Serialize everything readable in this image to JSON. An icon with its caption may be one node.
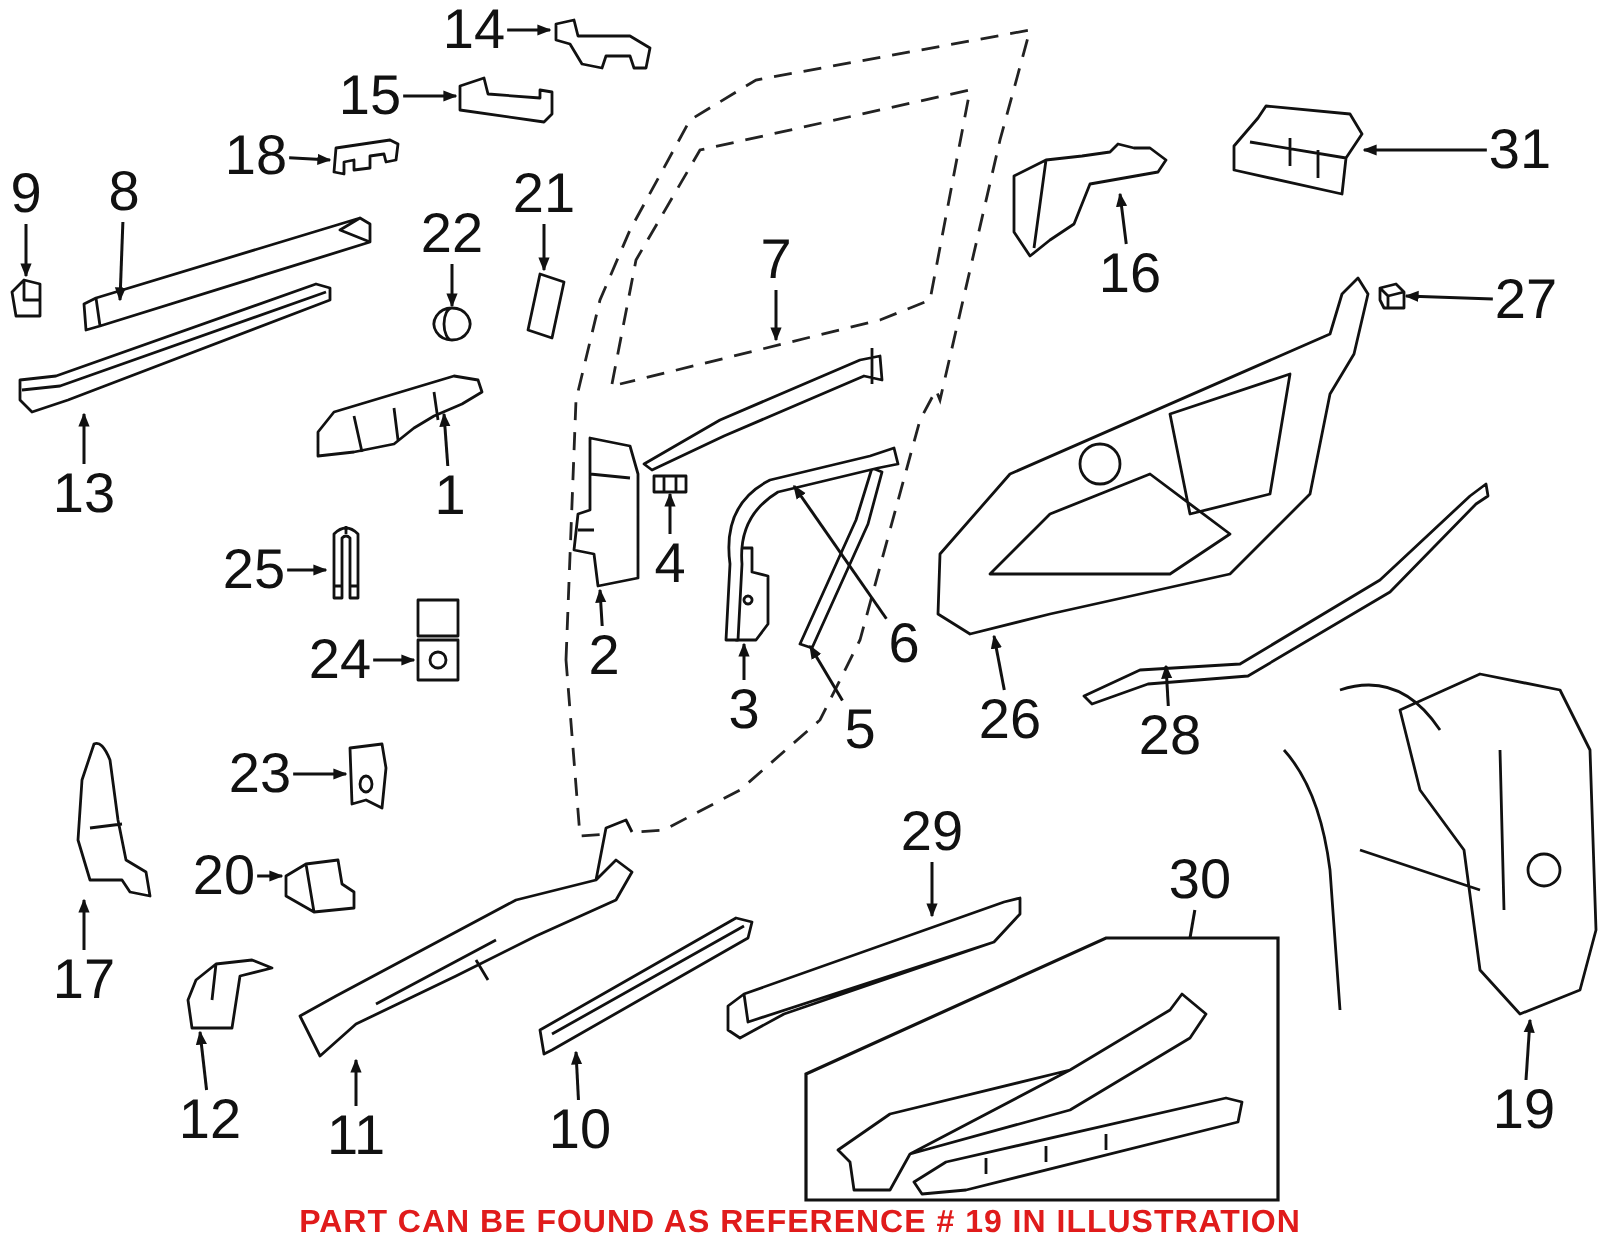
{
  "diagram": {
    "nodes": [
      {
        "text": [
          "1"
        ]
      },
      {
        "text": [],
        "shape": "picture"
      },
      {
        "text": [
          "2"
        ]
      },
      {
        "text": [],
        "shape": "picture"
      },
      {
        "text": [
          "3"
        ]
      },
      {
        "text": [],
        "shape": "picture"
      },
      {
        "text": [
          "4"
        ]
      },
      {
        "text": [],
        "shape": "picture"
      },
      {
        "text": [
          "5"
        ]
      },
      {
        "text": [],
        "shape": "picture"
      },
      {
        "text": [
          "6"
        ]
      },
      {
        "text": [],
        "shape": "picture"
      },
      {
        "text": [
          "7"
        ]
      },
      {
        "text": [],
        "shape": "picture"
      },
      {
        "text": [
          "8"
        ]
      },
      {
        "text": [],
        "shape": "picture"
      },
      {
        "text": [
          "9"
        ]
      },
      {
        "text": [],
        "shape": "picture"
      },
      {
        "text": [
          "10"
        ]
      },
      {
        "text": [],
        "shape": "picture"
      },
      {
        "text": [
          "11"
        ]
      },
      {
        "text": [],
        "shape": "picture"
      },
      {
        "text": [
          "12"
        ]
      },
      {
        "text": [],
        "shape": "picture"
      },
      {
        "text": [
          "13"
        ]
      },
      {
        "text": [],
        "shape": "picture"
      },
      {
        "text": [
          "14"
        ]
      },
      {
        "text": [],
        "shape": "picture"
      },
      {
        "text": [
          "15"
        ]
      },
      {
        "text": [],
        "shape": "picture"
      },
      {
        "text": [
          "16"
        ]
      },
      {
        "text": [],
        "shape": "picture"
      },
      {
        "text": [
          "17"
        ]
      },
      {
        "text": [],
        "shape": "picture"
      },
      {
        "text": [
          "18"
        ]
      },
      {
        "text": [],
        "shape": "picture"
      },
      {
        "text": [
          "19"
        ]
      },
      {
        "text": [],
        "shape": "picture"
      },
      {
        "text": [
          "20"
        ]
      },
      {
        "text": [],
        "shape": "picture"
      },
      {
        "text": [
          "21"
        ]
      },
      {
        "text": [],
        "shape": "picture"
      },
      {
        "text": [
          "22"
        ]
      },
      {
        "text": [],
        "shape": "picture"
      },
      {
        "text": [
          "23"
        ]
      },
      {
        "text": [],
        "shape": "picture"
      },
      {
        "text": [
          "24"
        ]
      },
      {
        "text": [],
        "shape": "picture"
      },
      {
        "text": [
          "25"
        ]
      },
      {
        "text": [],
        "shape": "picture"
      },
      {
        "text": [
          "26"
        ]
      },
      {
        "text": [],
        "shape": "picture"
      },
      {
        "text": [
          "27"
        ]
      },
      {
        "text": [],
        "shape": "picture"
      },
      {
        "text": [
          "28"
        ]
      },
      {
        "text": [],
        "shape": "picture"
      },
      {
        "text": [
          "29"
        ]
      },
      {
        "text": [],
        "shape": "picture"
      },
      {
        "text": [
          "30"
        ]
      },
      {
        "text": [],
        "shape": "box"
      },
      {
        "text": [],
        "shape": "picture",
        "in": 59
      },
      {
        "text": [],
        "shape": "picture",
        "in": 59
      },
      {
        "text": [
          "31"
        ]
      },
      {
        "text": [],
        "shape": "picture"
      }
    ],
    "edges": [
      {
        "from": 0,
        "to": 1,
        "arrow": "to"
      },
      {
        "from": 2,
        "to": 3,
        "arrow": "to"
      },
      {
        "from": 4,
        "to": 5,
        "arrow": "to"
      },
      {
        "from": 6,
        "to": 7,
        "arrow": "to"
      },
      {
        "from": 8,
        "to": 9,
        "arrow": "to"
      },
      {
        "from": 10,
        "to": 11,
        "arrow": "to"
      },
      {
        "from": 12,
        "to": 13,
        "arrow": "to"
      },
      {
        "from": 14,
        "to": 15,
        "arrow": "to"
      },
      {
        "from": 16,
        "to": 17,
        "arrow": "to"
      },
      {
        "from": 18,
        "to": 19,
        "arrow": "to"
      },
      {
        "from": 20,
        "to": 21,
        "arrow": "to"
      },
      {
        "from": 22,
        "to": 23,
        "arrow": "to"
      },
      {
        "from": 24,
        "to": 25,
        "arrow": "to"
      },
      {
        "from": 26,
        "to": 27,
        "arrow": "to"
      },
      {
        "from": 28,
        "to": 29,
        "arrow": "to"
      },
      {
        "from": 30,
        "to": 31,
        "arrow": "to"
      },
      {
        "from": 32,
        "to": 33,
        "arrow": "to"
      },
      {
        "from": 34,
        "to": 35,
        "arrow": "to"
      },
      {
        "from": 36,
        "to": 37,
        "arrow": "to"
      },
      {
        "from": 38,
        "to": 39,
        "arrow": "to"
      },
      {
        "from": 40,
        "to": 41,
        "arrow": "to"
      },
      {
        "from": 42,
        "to": 43,
        "arrow": "to"
      },
      {
        "from": 44,
        "to": 45,
        "arrow": "to"
      },
      {
        "from": 46,
        "to": 47,
        "arrow": "to"
      },
      {
        "from": 48,
        "to": 49,
        "arrow": "to"
      },
      {
        "from": 50,
        "to": 51,
        "arrow": "to"
      },
      {
        "from": 52,
        "to": 53,
        "arrow": "to"
      },
      {
        "from": 54,
        "to": 55,
        "arrow": "to"
      },
      {
        "from": 56,
        "to": 57,
        "arrow": "to"
      },
      {
        "from": 58,
        "to": 59,
        "arrow": "none"
      },
      {
        "from": 62,
        "to": 63,
        "arrow": "to"
      }
    ],
    "labels": [
      "PART CAN BE FOUND AS REFERENCE # 19 IN ILLUSTRATION"
    ]
  }
}
